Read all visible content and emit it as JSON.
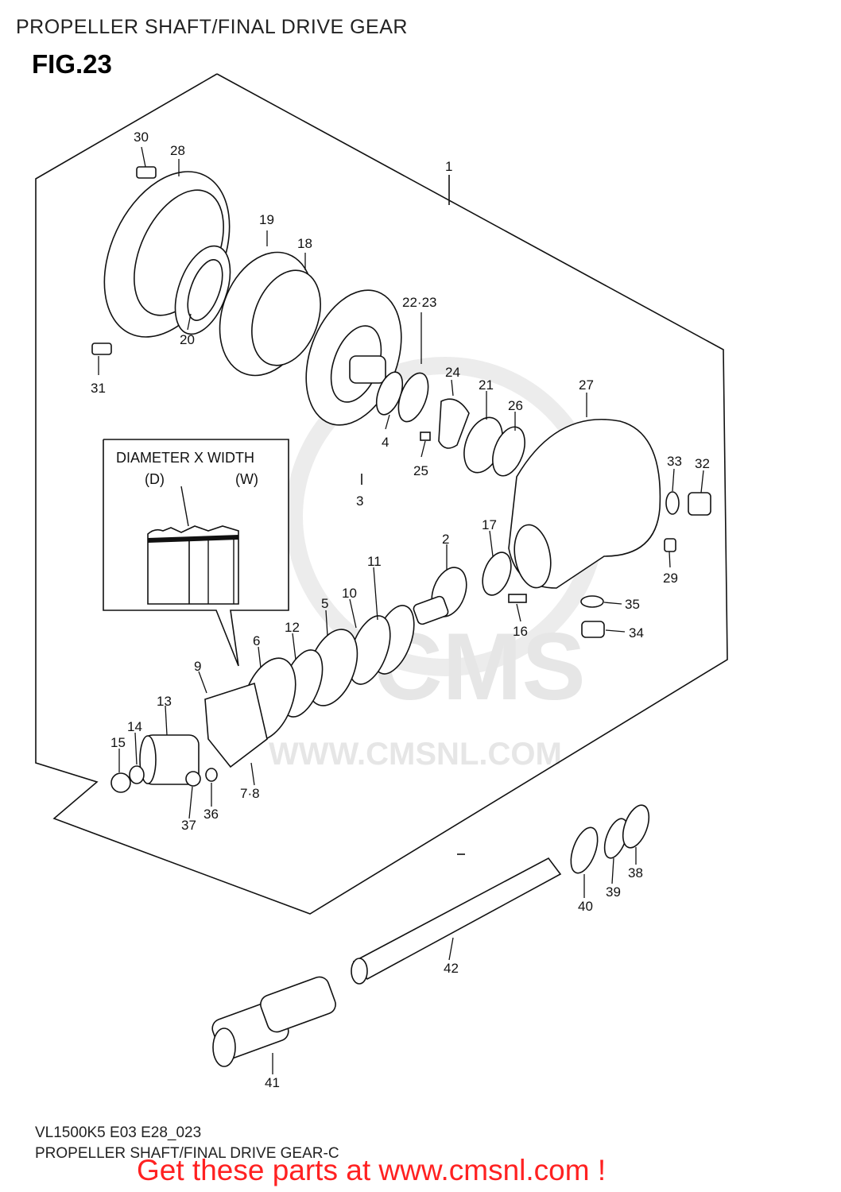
{
  "header": {
    "title": "PROPELLER SHAFT/FINAL DRIVE GEAR"
  },
  "figure": {
    "label": "FIG.23"
  },
  "inset": {
    "title": "DIAMETER X WIDTH",
    "d_label": "(D)",
    "w_label": "(W)"
  },
  "watermark": {
    "brand": "CMS",
    "url": "WWW.CMSNL.COM"
  },
  "callouts": [
    "1",
    "2",
    "3",
    "4",
    "5",
    "6",
    "7·8",
    "9",
    "10",
    "11",
    "12",
    "13",
    "14",
    "15",
    "16",
    "17",
    "18",
    "19",
    "20",
    "21",
    "22·23",
    "24",
    "25",
    "26",
    "27",
    "28",
    "29",
    "30",
    "31",
    "32",
    "33",
    "34",
    "35",
    "36",
    "37",
    "38",
    "39",
    "40",
    "41",
    "42"
  ],
  "footer": {
    "model": "VL1500K5 E03 E28_023",
    "description": "PROPELLER SHAFT/FINAL DRIVE GEAR-C",
    "cta": "Get these parts at www.cmsnl.com !"
  },
  "colors": {
    "cta": "#ff2121",
    "line": "#111111",
    "watermark": "#e6e6e6"
  }
}
